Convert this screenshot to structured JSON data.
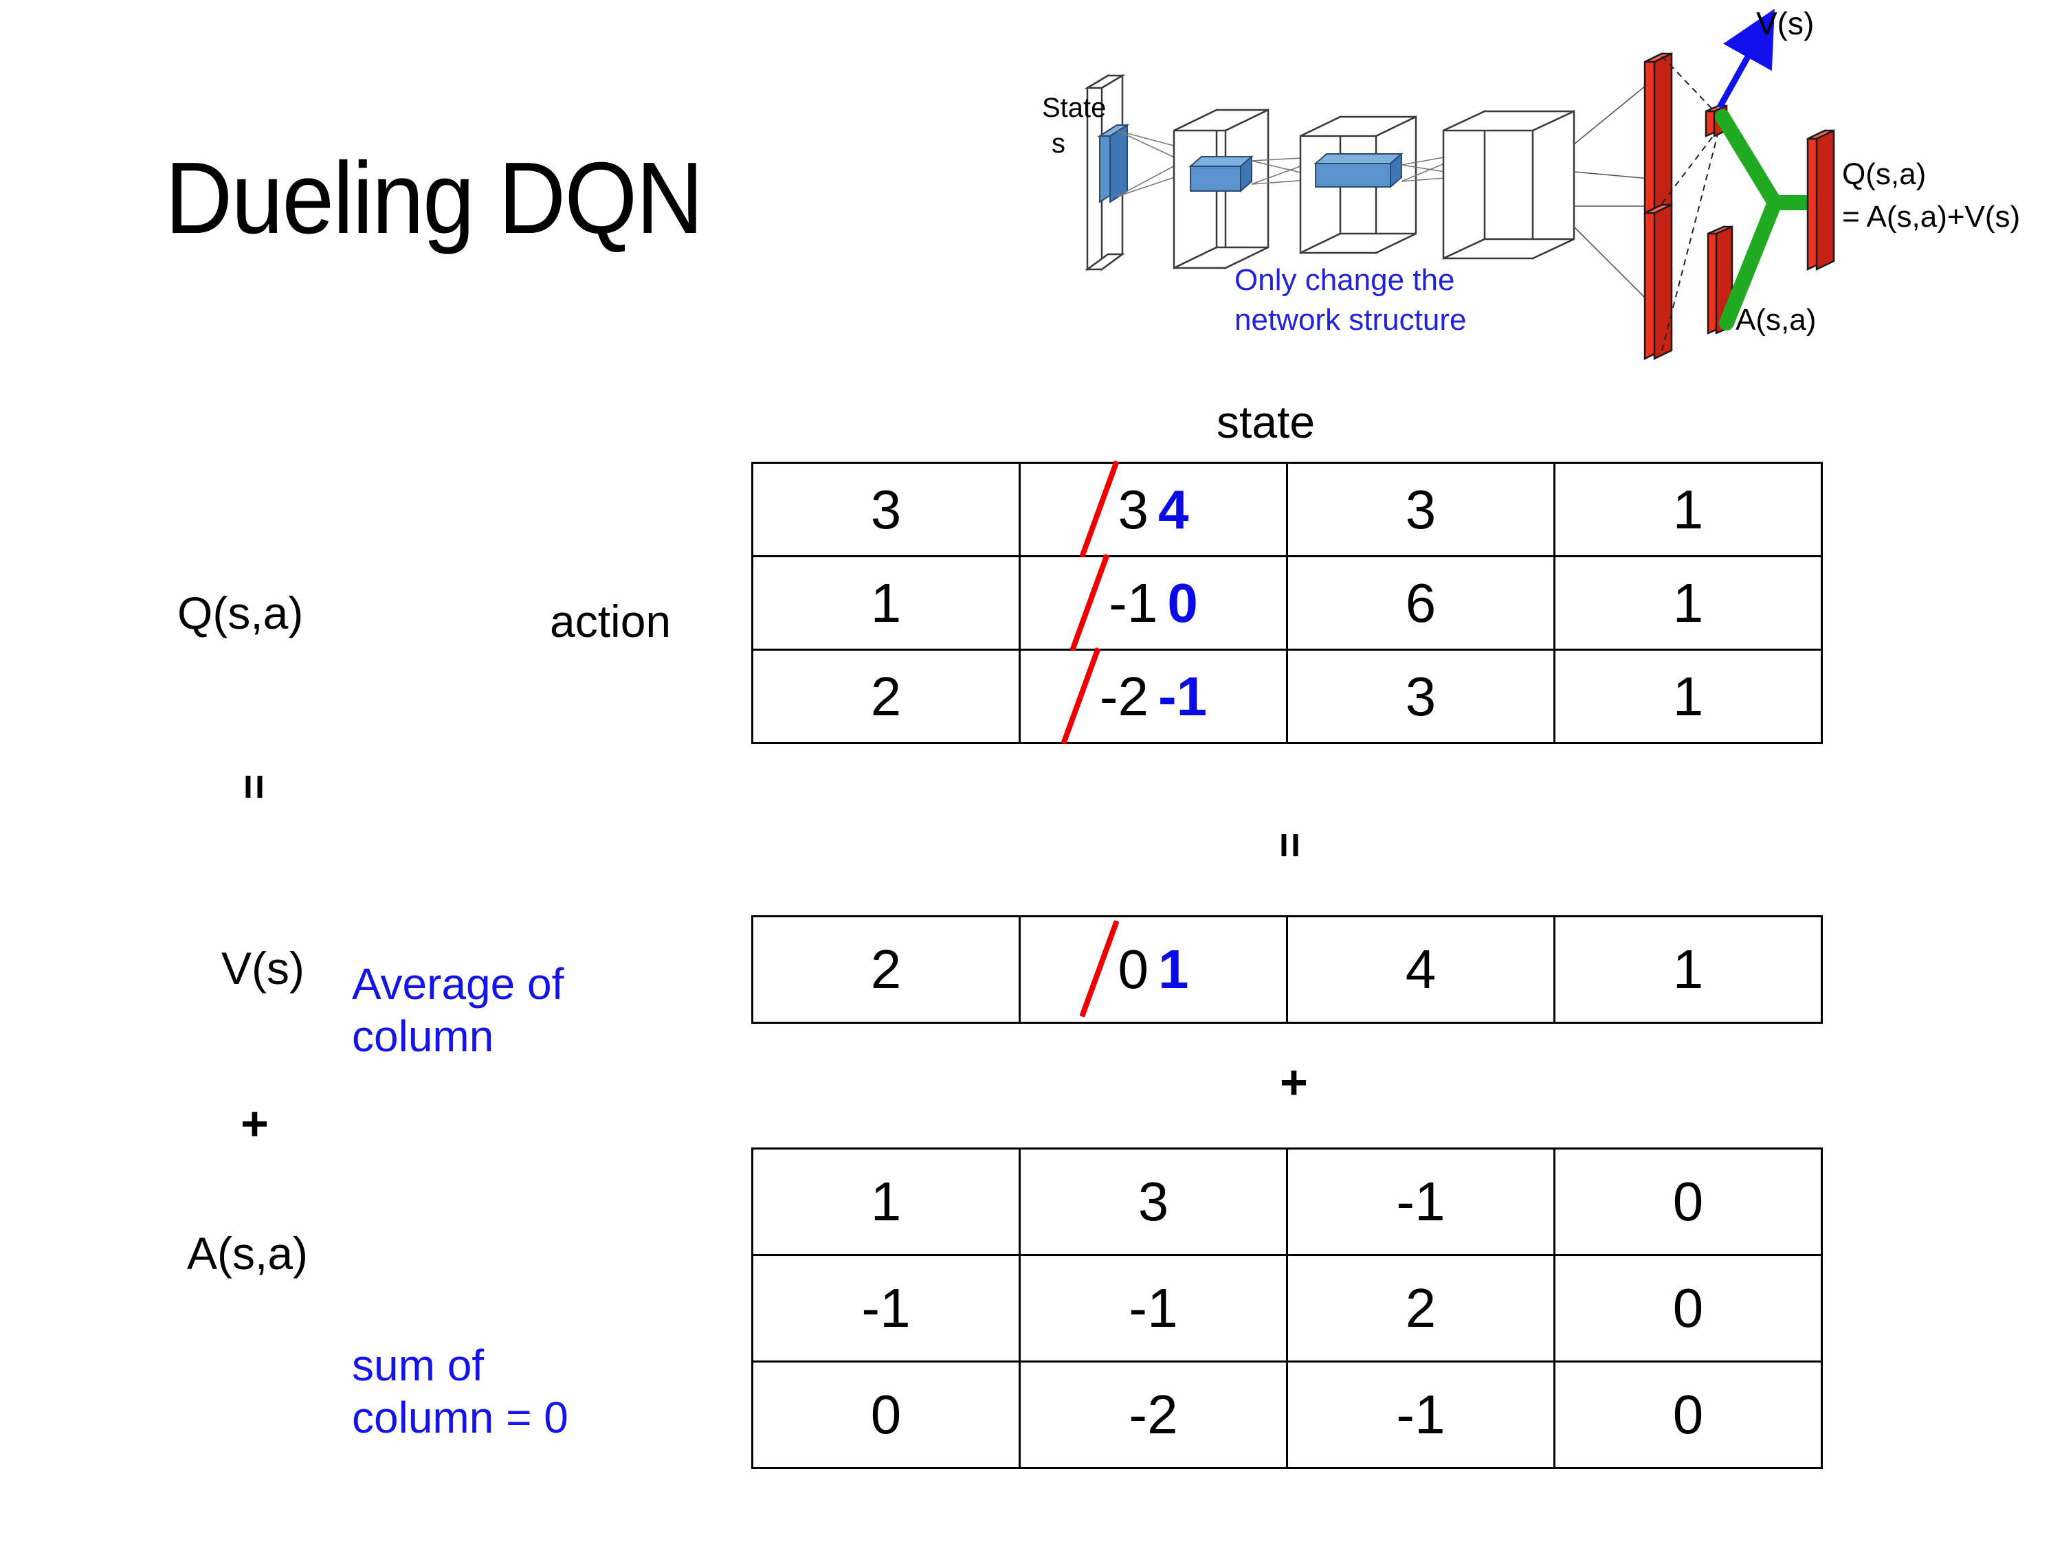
{
  "title": "Dueling DQN",
  "colors": {
    "annotation_blue": "#1414e6",
    "strike_red": "#ee0000",
    "diagram_red": "#ee3322",
    "diagram_green": "#22aa22",
    "diagram_blue": "#4a86c8",
    "diagram_arrow_blue": "#1111ee"
  },
  "diagram": {
    "input_label_line1": "State",
    "input_label_line2": "s",
    "note_line1": "Only change the",
    "note_line2": "network structure",
    "value_label": "V(s)",
    "advantage_label": "A(s,a)",
    "q_label_line1": "Q(s,a)",
    "q_label_line2": "= A(s,a)+V(s)"
  },
  "labels": {
    "state": "state",
    "action": "action",
    "q": "Q(s,a)",
    "v": "V(s)",
    "a": "A(s,a)",
    "equals": "=",
    "plus": "+",
    "avg_note_line1": "Average of",
    "avg_note_line2": "column",
    "sum_note_line1": "sum of",
    "sum_note_line2": "column = 0"
  },
  "chart_data": {
    "type": "table",
    "title": "Dueling DQN decomposition  Q(s,a) = V(s) + A(s,a)",
    "tables": [
      {
        "name": "Q(s,a)",
        "row_axis": "action",
        "col_axis": "state",
        "rows": 3,
        "cols": 4,
        "values": [
          [
            "3",
            "3",
            "3",
            "1"
          ],
          [
            "1",
            "-1",
            "6",
            "1"
          ],
          [
            "2",
            "-2",
            "3",
            "1"
          ]
        ],
        "edits": [
          {
            "row": 0,
            "col": 1,
            "old": "3",
            "new": "4",
            "struck": true
          },
          {
            "row": 1,
            "col": 1,
            "old": "-1",
            "new": "0",
            "struck": true
          },
          {
            "row": 2,
            "col": 1,
            "old": "-2",
            "new": "-1",
            "struck": true
          }
        ]
      },
      {
        "name": "V(s)",
        "rows": 1,
        "cols": 4,
        "values": [
          [
            "2",
            "0",
            "4",
            "1"
          ]
        ],
        "edits": [
          {
            "row": 0,
            "col": 1,
            "old": "0",
            "new": "1",
            "struck": true
          }
        ]
      },
      {
        "name": "A(s,a)",
        "rows": 3,
        "cols": 4,
        "values": [
          [
            "1",
            "3",
            "-1",
            "0"
          ],
          [
            "-1",
            "-1",
            "2",
            "0"
          ],
          [
            "0",
            "-2",
            "-1",
            "0"
          ]
        ],
        "edits": []
      }
    ]
  }
}
